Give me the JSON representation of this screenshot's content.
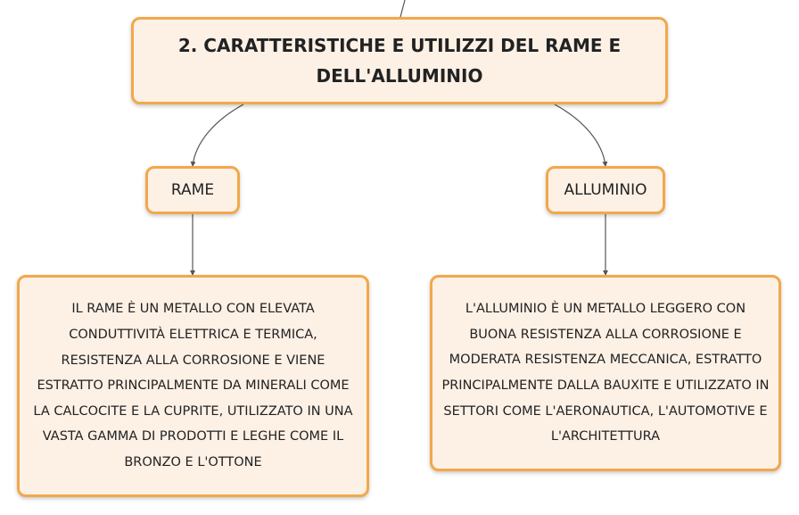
{
  "title": "2. CARATTERISTICHE E UTILIZZI DEL RAME E DELL'ALLUMINIO",
  "branches": [
    {
      "label": "RAME",
      "description": "IL RAME È UN METALLO CON ELEVATA CONDUTTIVITÀ ELETTRICA E TERMICA, RESISTENZA ALLA CORROSIONE E VIENE ESTRATTO PRINCIPALMENTE DA MINERALI COME LA CALCOCITE E LA CUPRITE, UTILIZZATO IN UNA VASTA GAMMA DI PRODOTTI E LEGHE COME IL BRONZO E L'OTTONE"
    },
    {
      "label": "ALLUMINIO",
      "description": "L'ALLUMINIO È UN METALLO LEGGERO CON BUONA RESISTENZA ALLA CORROSIONE E MODERATA RESISTENZA MECCANICA, ESTRATTO PRINCIPALMENTE DALLA BAUXITE E UTILIZZATO IN SETTORI COME L'AERONAUTICA, L'AUTOMOTIVE E L'ARCHITETTURA"
    }
  ],
  "colors": {
    "node_fill": "#fdf1e6",
    "node_border": "#f2a84a",
    "connector": "#555555",
    "text": "#222222"
  }
}
